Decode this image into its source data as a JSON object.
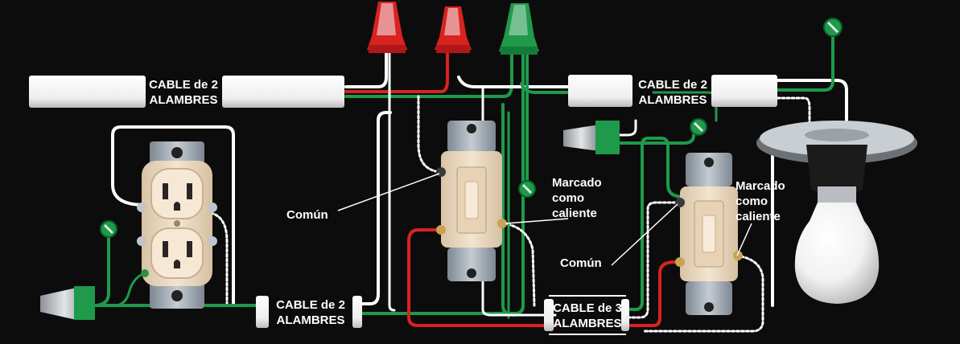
{
  "labels": {
    "cable_2_top_left": [
      "CABLE de 2",
      "ALAMBRES"
    ],
    "cable_2_top_right": [
      "CABLE de 2",
      "ALAMBRES"
    ],
    "cable_2_bottom": [
      "CABLE de 2",
      "ALAMBRES"
    ],
    "cable_3_bottom": [
      "CABLE de 3",
      "ALAMBRES"
    ],
    "comun_left": "Común",
    "comun_right": "Común",
    "marcado_left": [
      "Marcado",
      "como",
      "caliente"
    ],
    "marcado_right": [
      "Marcado",
      "como",
      "caliente"
    ]
  },
  "colors": {
    "background": "#0d0c0d",
    "hot_wire": "#d8231f",
    "ground_wire": "#1e9a4a",
    "neutral_wire": "#ffffff",
    "cable_sheath": "#f3f3f3",
    "device_body": "#efdcc4",
    "metal_strap": "#9aa3ad"
  },
  "icons": [
    "outlet-receptacle",
    "three-way-switch",
    "wire-nut",
    "ground-screw",
    "light-bulb"
  ]
}
